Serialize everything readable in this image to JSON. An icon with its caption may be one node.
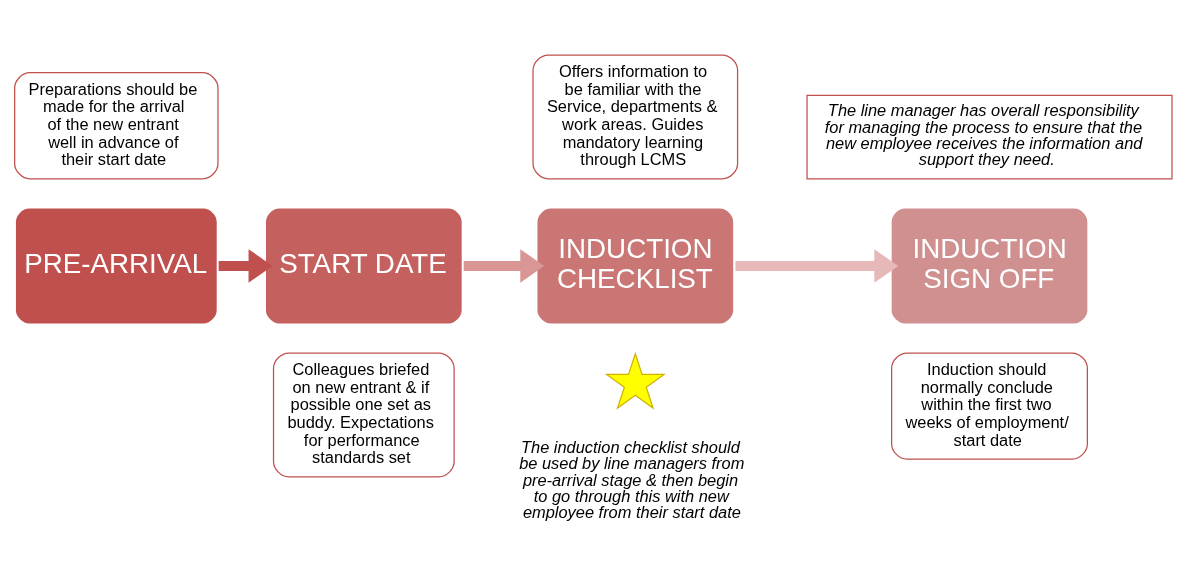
{
  "diagram": {
    "nodes": [
      {
        "text": [
          "Preparations should be made for the arrival of the new entrant well in advance of their start date"
        ]
      },
      {
        "text": [
          "Offers information to be familiar with the Service, departments & work areas. Guides mandatory learning through LCMS"
        ]
      },
      {
        "text": [
          "The line manager has overall responsibility for managing the process to ensure that the new employee receives the information and support they need."
        ]
      },
      {
        "text": [
          "PRE-ARRIVAL"
        ]
      },
      {
        "text": [
          "START DATE"
        ]
      },
      {
        "text": [
          "INDUCTION CHECKLIST"
        ]
      },
      {
        "text": [
          "INDUCTION SIGN OFF"
        ]
      },
      {
        "text": [
          "Colleagues briefed on new entrant & if possible one set as buddy. Expectations for performance standards set"
        ]
      },
      {
        "text": [],
        "shape": "star",
        "beside": [
          "The induction checklist should be used by line managers from pre-arrival stage & then begin to go through this with new employee from their start date"
        ]
      },
      {
        "text": [
          "Induction should normally conclude within the first two weeks of employment/ start date"
        ]
      }
    ],
    "edges": [
      {
        "from": 3,
        "to": 4,
        "arrow": "to",
        "color": "#c0504d"
      },
      {
        "from": 4,
        "to": 5,
        "arrow": "to",
        "color": "#d99694"
      },
      {
        "from": 5,
        "to": 6,
        "arrow": "to",
        "color": "#e6b9b8"
      }
    ]
  }
}
